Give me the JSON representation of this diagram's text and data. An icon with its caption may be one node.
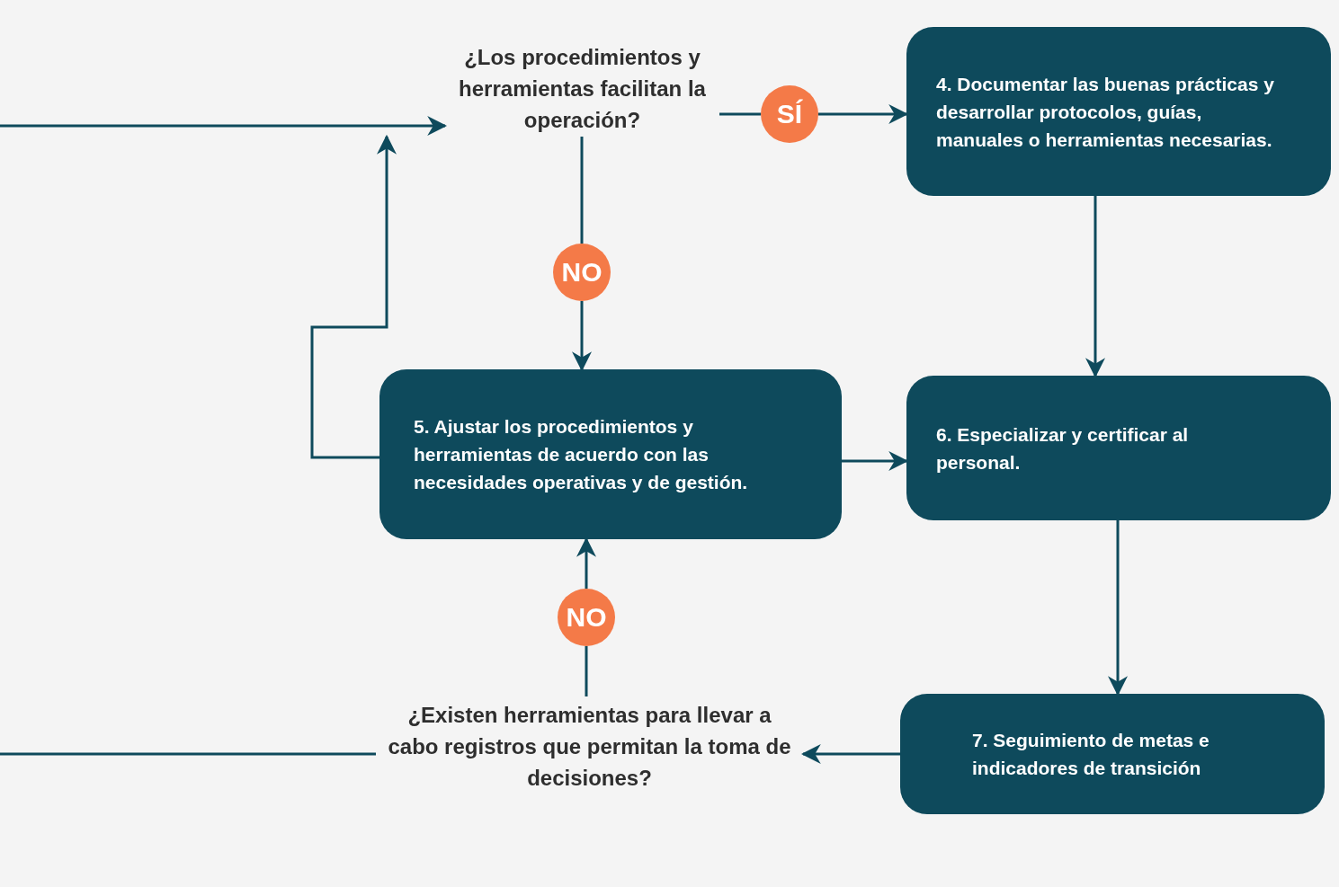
{
  "diagram": {
    "nodes": [
      {
        "text": [
          "¿Los procedimientos y herramientas facilitan la operación?"
        ]
      },
      {
        "text": [
          "SÍ"
        ]
      },
      {
        "text": [
          "4. Documentar las buenas prácticas y desarrollar protocolos, guías, manuales o herramientas necesarias."
        ]
      },
      {
        "text": [
          "NO"
        ]
      },
      {
        "text": [
          "5. Ajustar los procedimientos y herramientas de acuerdo con las necesidades operativas y de gestión."
        ]
      },
      {
        "text": [
          "6. Especializar y certificar al personal."
        ]
      },
      {
        "text": [
          "NO"
        ]
      },
      {
        "text": [
          "¿Existen herramientas para llevar a cabo registros que permitan la toma de decisiones?"
        ]
      },
      {
        "text": [
          "7. Seguimiento de metas e indicadores de transición"
        ]
      }
    ],
    "edges": [
      {
        "from": null,
        "to": 0,
        "arrow": "to"
      },
      {
        "from": 0,
        "to": 1,
        "arrow": "none"
      },
      {
        "from": 1,
        "to": 2,
        "arrow": "to"
      },
      {
        "from": 0,
        "to": 3,
        "arrow": "none"
      },
      {
        "from": 3,
        "to": 4,
        "arrow": "to"
      },
      {
        "from": 2,
        "to": 5,
        "arrow": "to"
      },
      {
        "from": 4,
        "to": 5,
        "arrow": "to"
      },
      {
        "from": 4,
        "to": 0,
        "arrow": "to"
      },
      {
        "from": 5,
        "to": 8,
        "arrow": "to"
      },
      {
        "from": 8,
        "to": 7,
        "arrow": "to"
      },
      {
        "from": 7,
        "to": 6,
        "arrow": "none"
      },
      {
        "from": 6,
        "to": 4,
        "arrow": "to"
      },
      {
        "from": 7,
        "to": null,
        "arrow": "none"
      }
    ]
  }
}
